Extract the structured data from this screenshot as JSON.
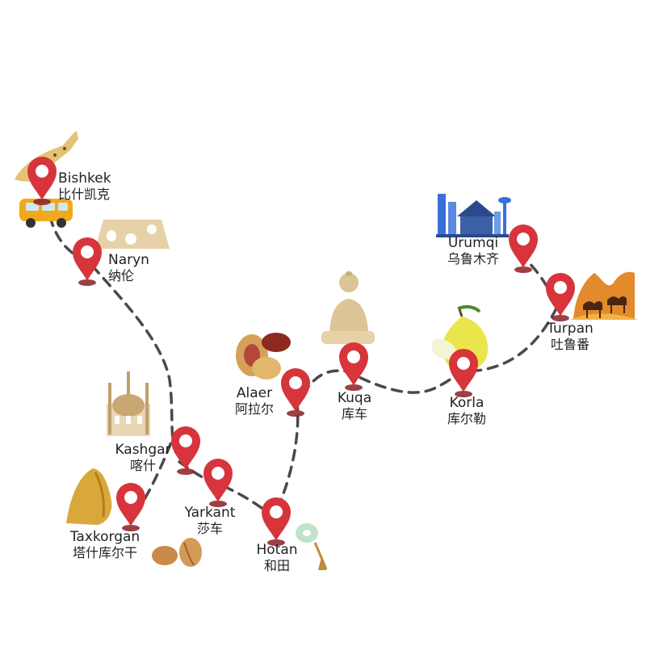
{
  "map": {
    "stops": [
      {
        "id": "bishkek",
        "en": "Bishkek",
        "zh": "比什凯克"
      },
      {
        "id": "naryn",
        "en": "Naryn",
        "zh": "纳伦"
      },
      {
        "id": "kashgar",
        "en": "Kashgar",
        "zh": "喀什"
      },
      {
        "id": "taxkorgan",
        "en": "Taxkorgan",
        "zh": "塔什库尔干"
      },
      {
        "id": "yarkant",
        "en": "Yarkant",
        "zh": "莎车"
      },
      {
        "id": "hotan",
        "en": "Hotan",
        "zh": "和田"
      },
      {
        "id": "alaer",
        "en": "Alaer",
        "zh": "阿拉尔"
      },
      {
        "id": "kuqa",
        "en": "Kuqa",
        "zh": "库车"
      },
      {
        "id": "korla",
        "en": "Korla",
        "zh": "库尔勒"
      },
      {
        "id": "turpan",
        "en": "Turpan",
        "zh": "吐鲁番"
      },
      {
        "id": "urumqi",
        "en": "Urumqi",
        "zh": "乌鲁木齐"
      }
    ],
    "colors": {
      "pin": "#d7343c",
      "pin_shadow": "#8a1f24",
      "route": "#4a4a4a"
    },
    "illustrations": [
      "leopard-icon",
      "van-icon",
      "felt-rug-icon",
      "mosque-icon",
      "rock-icon",
      "nuts-icon",
      "jade-pendant-icon",
      "dates-icon",
      "buddha-statue-icon",
      "pear-icon",
      "city-skyline-icon",
      "desert-camels-icon"
    ]
  }
}
